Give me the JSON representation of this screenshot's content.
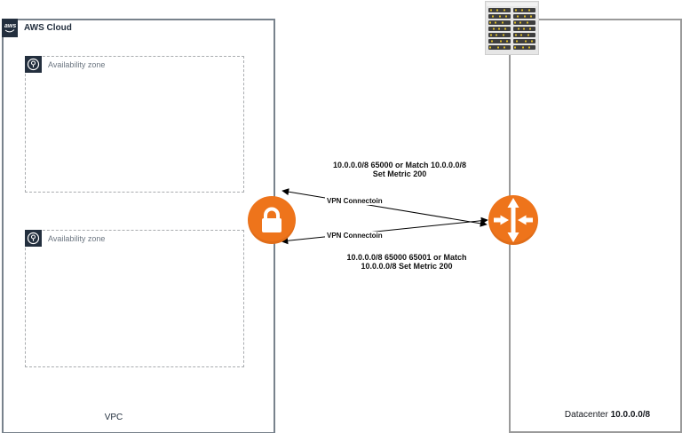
{
  "aws_cloud": {
    "label": "AWS Cloud",
    "badge_icon": "aws-logo-icon"
  },
  "vpc": {
    "label": "VPC"
  },
  "availability_zones": [
    {
      "label": "Availability zone",
      "icon": "availability-zone-icon"
    },
    {
      "label": "Availability zone",
      "icon": "availability-zone-icon"
    }
  ],
  "gateways": {
    "vpn_gateway_icon": "lock-icon",
    "customer_router_icon": "router-icon",
    "server_rack_icon": "server-rack-icon"
  },
  "connections": [
    {
      "label": "VPN Connectoin",
      "annotation": [
        "10.0.0.0/8 65000 or Match 10.0.0.0/8",
        "Set Metric 200"
      ]
    },
    {
      "label": "VPN Connectoin",
      "annotation": [
        "10.0.0.0/8 65000 65001 or Match",
        "10.0.0.0/8 Set Metric 200"
      ]
    }
  ],
  "datacenter": {
    "label": "Datacenter",
    "cidr": "10.0.0.0/8"
  },
  "colors": {
    "orange": "#EE741B",
    "navy": "#232F3E",
    "vpc_border": "#78828C",
    "datacenter_border": "#9A9A9A",
    "az_border": "#A9ACAF",
    "az_text": "#6B7580",
    "arrow": "#000000",
    "rack_led": "#D9B929"
  }
}
